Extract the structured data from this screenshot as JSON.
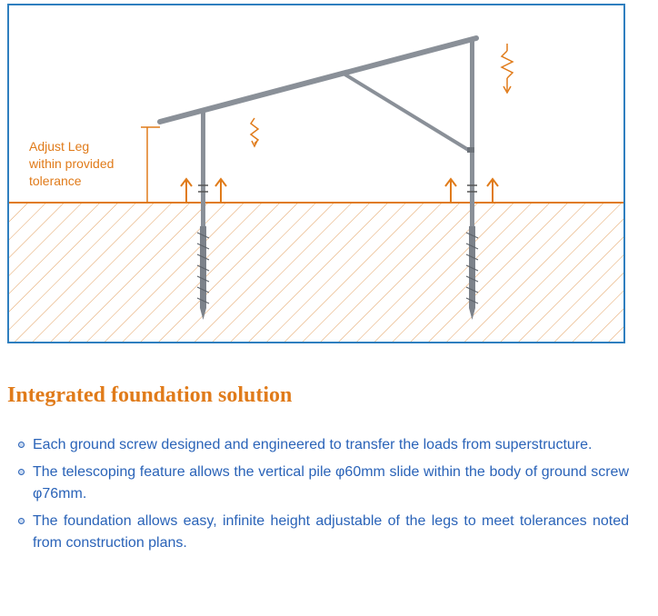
{
  "diagram": {
    "adjust_label_lines": [
      "Adjust Leg",
      "within provided",
      "tolerance"
    ],
    "colors": {
      "accent": "#e07b1a",
      "frame": "#2f7fbf",
      "structure": "#8a9098"
    }
  },
  "section": {
    "heading": "Integrated foundation solution",
    "bullets": [
      "Each ground screw designed and engineered to transfer the loads from superstructure.",
      "The telescoping feature allows the vertical pile φ60mm slide within the body of ground screw φ76mm.",
      "The foundation allows easy, infinite height adjustable of the legs to meet tolerances noted from construction plans."
    ]
  },
  "colors": {
    "heading": "#e07b1a",
    "body_text": "#2a63b8"
  }
}
